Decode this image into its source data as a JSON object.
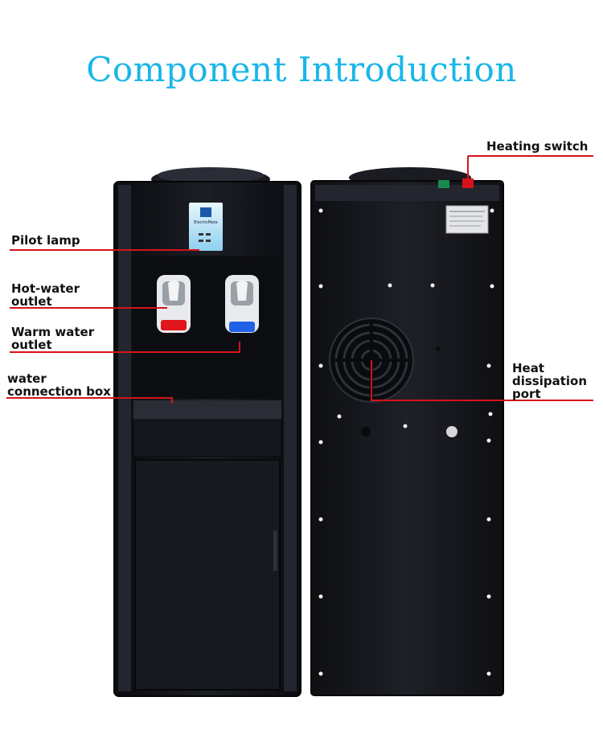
{
  "title": "Component Introduction",
  "labels": {
    "heating_switch": "Heating switch",
    "pilot_lamp": "Pilot lamp",
    "hot_water_line1": "Hot-water",
    "hot_water_line2": "outlet",
    "warm_water_line1": "Warm water",
    "warm_water_line2": "outlet",
    "water_box_line1": "water",
    "water_box_line2": "connection box",
    "heat_port_line1": "Heat",
    "heat_port_line2": "dissipation",
    "heat_port_line3": "port"
  },
  "brand_logo_text": "ElectroMate",
  "colors": {
    "title": "#1ab6e8",
    "leader_line": "#d8121a",
    "cabinet": "#15171d",
    "hot_tap": "#e0161c",
    "warm_tap": "#1f62e8",
    "logo_panel": "#9fd6f2"
  },
  "icons": [
    "brand-logo",
    "vent-fan-grille",
    "heating-switch",
    "power-switch"
  ]
}
